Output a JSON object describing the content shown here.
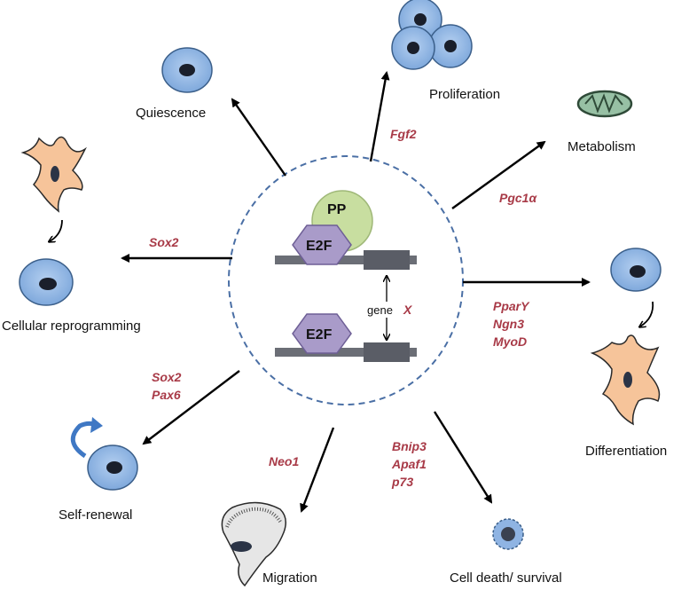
{
  "center": {
    "pp": "PP",
    "e2f_top": "E2F",
    "e2f_bottom": "E2F",
    "gene_prefix": "gene",
    "gene_var": "X"
  },
  "outputs": {
    "quiescence": "Quiescence",
    "proliferation": "Proliferation",
    "metabolism": "Metabolism",
    "reprogramming": "Cellular reprogramming",
    "differentiation": "Differentiation",
    "self_renewal": "Self-renewal",
    "migration": "Migration",
    "cell_death": "Cell death/ survival"
  },
  "genes": {
    "fgf2": "Fgf2",
    "pgc1a": "Pgc1α",
    "sox2_reprog": "Sox2",
    "pparg": "PparY",
    "ngn3": "Ngn3",
    "myod": "MyoD",
    "sox2_self": "Sox2",
    "pax6": "Pax6",
    "neo1": "Neo1",
    "bnip3": "Bnip3",
    "apaf1": "Apaf1",
    "p73": "p73"
  },
  "colors": {
    "cell_fill": "#8fb4e3",
    "cell_stroke": "#3b5f8a",
    "nucleus": "#1a1f2b",
    "dashed_circle": "#4a6fa5",
    "pp_fill": "#c8dea0",
    "e2f_fill": "#a99bc9",
    "dna": "#6b6e76",
    "gene_box": "#5a5d66",
    "gene_text": "#a83a47",
    "neuron_fill": "#f6c49a",
    "mito_fill": "#97c0a4"
  }
}
